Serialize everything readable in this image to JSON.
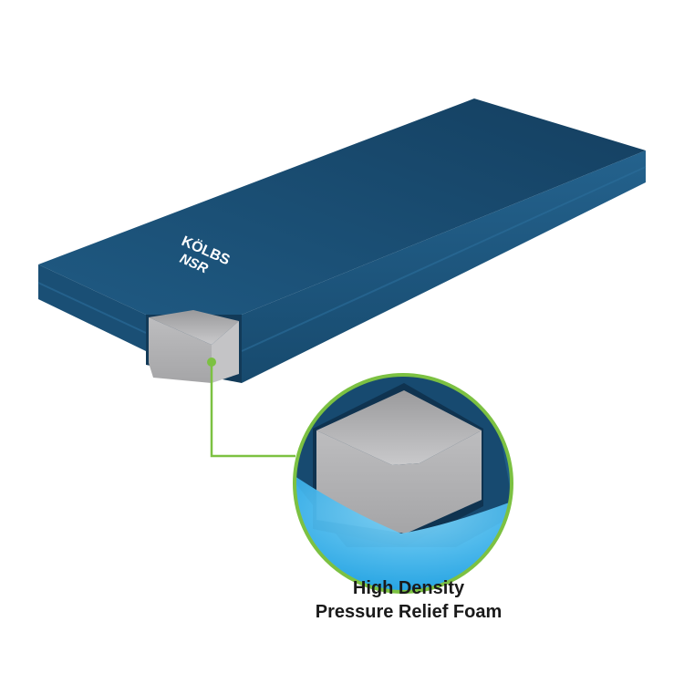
{
  "product": {
    "logo_text": [
      "KÖLBS",
      "NSR"
    ],
    "caption_line1": "High Density",
    "caption_line2": "Pressure Relief Foam"
  },
  "colors": {
    "mattress_cover": "#1d5177",
    "foam": "#b4b4b4",
    "callout_ring": "#7cc142",
    "highlight_blue": "#3bb0ea"
  }
}
